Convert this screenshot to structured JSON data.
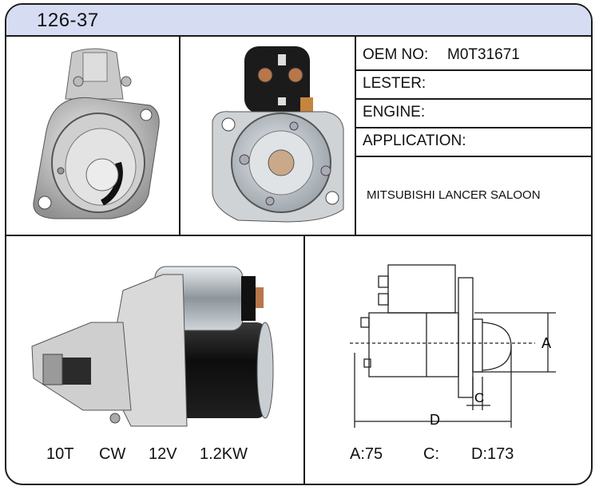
{
  "header": {
    "part_number": "126-37"
  },
  "info": {
    "oem_label": "OEM  NO:",
    "oem_value": "M0T31671",
    "lester_label": "LESTER:",
    "engine_label": "ENGINE:",
    "application_label": "APPLICATION:",
    "application_value": "MITSUBISHI LANCER SALOON"
  },
  "specs": {
    "teeth": "10T",
    "rotation": "CW",
    "voltage": "12V",
    "power": "1.2KW"
  },
  "dimensions": {
    "a_label": "A:75",
    "c_label": "C:",
    "d_label": "D:173",
    "diagram_a": "A",
    "diagram_c": "C",
    "diagram_d": "D"
  },
  "colors": {
    "header_bg": "#d6dcf2",
    "border": "#1b1b1b"
  }
}
